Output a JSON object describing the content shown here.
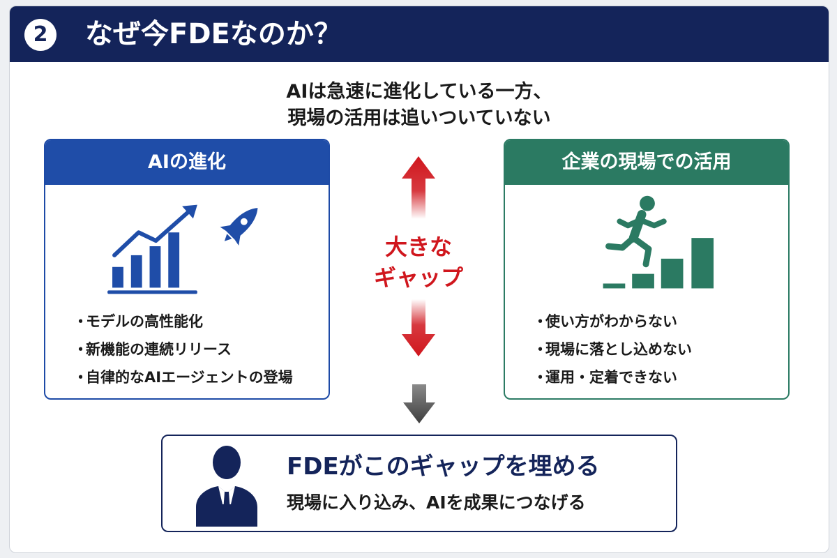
{
  "header": {
    "number": "2",
    "title": "なぜ今FDEなのか？"
  },
  "lead": {
    "line1": "AIは急速に進化している一方、",
    "line2": "現場の活用は追いついていない"
  },
  "left_panel": {
    "title": "AIの進化",
    "bullets": [
      "モデルの高性能化",
      "新機能の連続リリース",
      "自律的なAIエージェントの登場"
    ]
  },
  "right_panel": {
    "title": "企業の現場での活用",
    "bullets": [
      "使い方がわからない",
      "現場に落とし込めない",
      "運用・定着できない"
    ]
  },
  "gap": {
    "line1": "大きな",
    "line2": "ギャップ"
  },
  "result": {
    "main": "FDEがこのギャップを埋める",
    "sub": "現場に入り込み、AIを成果につなげる"
  },
  "bullet_mark": "・",
  "icons": {
    "left_chart": "growth-chart-icon",
    "left_rocket": "rocket-icon",
    "right_runner": "runner-stairs-icon",
    "gap_up": "arrow-up-icon",
    "gap_down": "arrow-down-icon",
    "flow_down": "arrow-down-icon",
    "person": "businessman-icon"
  },
  "colors": {
    "navy": "#14245a",
    "blue": "#1f4da8",
    "green": "#2b7a62",
    "red": "#d0161d",
    "gray_arrow": "#4a4a4a"
  }
}
